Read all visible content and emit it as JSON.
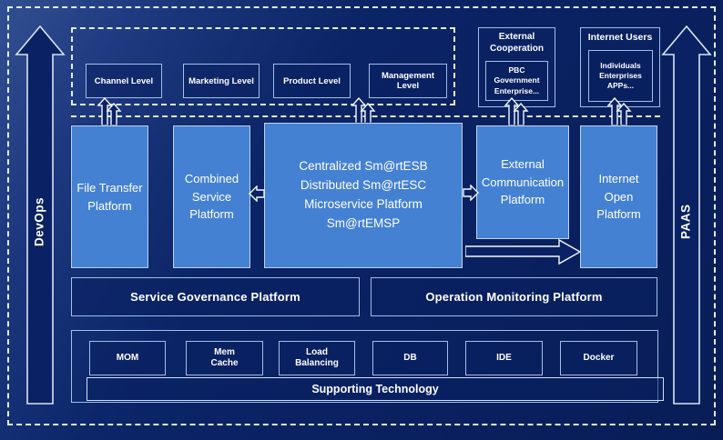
{
  "rails": {
    "left": "DevOps",
    "right": "PAAS"
  },
  "levels": {
    "items": [
      "Channel Level",
      "Marketing Level",
      "Product Level",
      "Management Level"
    ]
  },
  "external_cooperation": {
    "title": "External Cooperation",
    "member": "PBC Government Enterprise..."
  },
  "internet_users": {
    "title": "Internet Users",
    "member": "Individuals Enterprises APPs..."
  },
  "platforms": {
    "file_transfer": "File Transfer Platform",
    "combined_service": "Combined Service Platform",
    "esb": {
      "lines": [
        "Centralized Sm@rtESB",
        "Distributed Sm@rtESC",
        "Microservice Platform Sm@rtEMSP"
      ]
    },
    "external_communication": "External Communication Platform",
    "internet_open": "Internet Open Platform"
  },
  "governance": {
    "label": "Service Governance Platform"
  },
  "monitoring": {
    "label": "Operation Monitoring Platform"
  },
  "supporting": {
    "label": "Supporting Technology",
    "items": [
      "MOM",
      "Mem Cache",
      "Load Balancing",
      "DB",
      "IDE",
      "Docker"
    ]
  },
  "icons": {
    "up_arrow": "up-arrow",
    "left_arrow": "left-arrow",
    "right_arrow": "right-arrow",
    "flow_arrow": "flow-right-arrow"
  },
  "colors": {
    "background": "#0a2263",
    "platform_blue": "#4581d2",
    "border_light": "#9fc0e8",
    "dashed_white": "#f0f6ff",
    "text": "#ffffff"
  }
}
